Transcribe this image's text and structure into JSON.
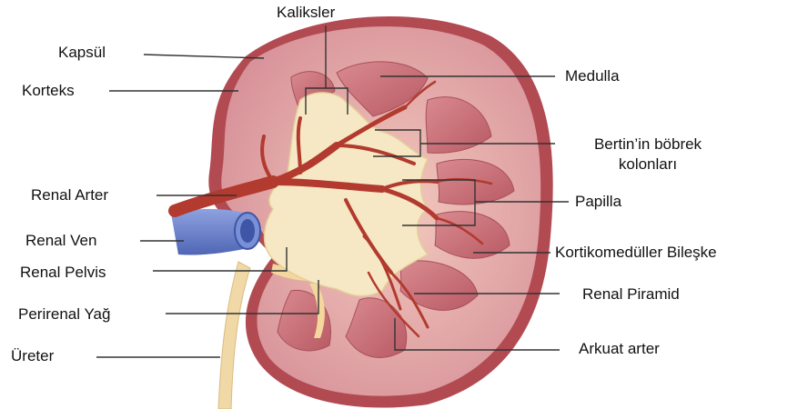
{
  "labels": {
    "kaliksler": "Kaliksler",
    "kapsul": "Kapsül",
    "korteks": "Korteks",
    "medulla": "Medulla",
    "bertin_line1": "Bertin’in böbrek",
    "bertin_line2": "kolonları",
    "renal_arter": "Renal Arter",
    "papilla": "Papilla",
    "renal_ven": "Renal Ven",
    "kortikomedullar": "Kortikomedüller Bileşke",
    "renal_pelvis": "Renal Pelvis",
    "renal_piramid": "Renal Piramid",
    "perirenal_yag": "Perirenal Yağ",
    "ureter": "Üreter",
    "arkuat_arter": "Arkuat arter"
  },
  "colors": {
    "capsule": "#b24a52",
    "cortex": "#e7b4a8",
    "medulla_pyramid": "#c9747c",
    "pelvis": "#f6e8c4",
    "artery": "#b23a2e",
    "vein": "#6f86cf",
    "fat": "#f3d79c",
    "leader_line": "#333333"
  }
}
